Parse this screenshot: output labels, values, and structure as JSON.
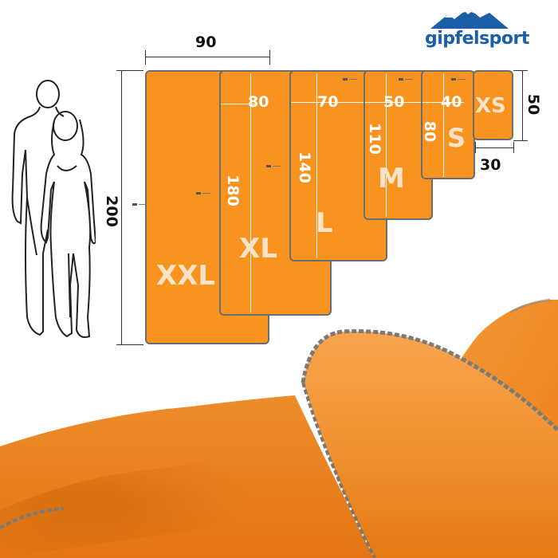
{
  "brand": {
    "name": "gipfelsport",
    "color": "#1b5fa8"
  },
  "product": {
    "color": "#f7931e",
    "seam_color": "#6d6d6d",
    "sizes": [
      {
        "label": "XXL",
        "width": "90",
        "height": "200"
      },
      {
        "label": "XL",
        "width": "80",
        "height": "180"
      },
      {
        "label": "L",
        "width": "70",
        "height": "140"
      },
      {
        "label": "M",
        "width": "50",
        "height": "110"
      },
      {
        "label": "S",
        "width": "40",
        "height": "80"
      },
      {
        "label": "XS",
        "width": "30",
        "height": "50"
      }
    ]
  },
  "icons": [
    "mountain-logo-icon",
    "human-silhouettes-icon"
  ]
}
